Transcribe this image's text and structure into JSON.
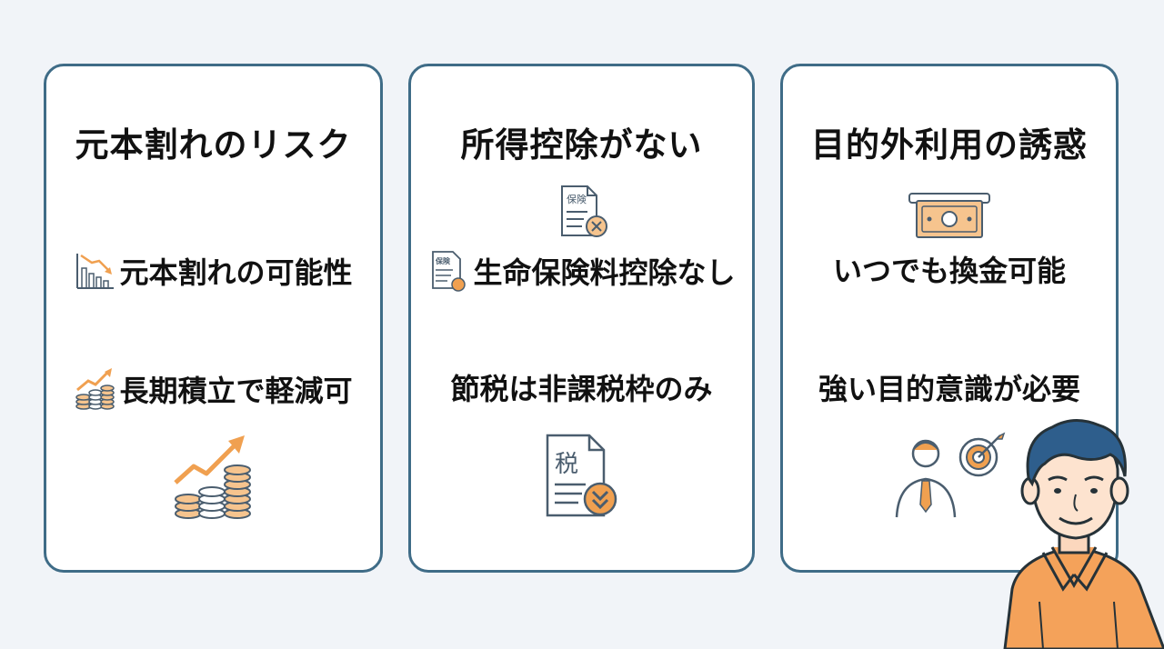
{
  "cards": [
    {
      "title": "元本割れのリスク",
      "row1": "元本割れの可能性",
      "row2": "長期積立で軽減可",
      "icons": [
        "declining-chart-icon",
        "rising-coins-icon",
        "growth-coins-icon"
      ]
    },
    {
      "title": "所得控除がない",
      "row1": "生命保険料控除なし",
      "row2": "節税は非課税枠のみ",
      "icons": [
        "insurance-document-cross-icon",
        "insurance-document-icon",
        "tax-document-icon"
      ],
      "doc_label": "保険",
      "doc_label_small": "保険",
      "tax_label": "税"
    },
    {
      "title": "目的外利用の誘惑",
      "row1": "いつでも換金可能",
      "row2": "強い目的意識が必要",
      "icons": [
        "cash-withdrawal-icon",
        "businessman-target-icon"
      ]
    }
  ],
  "colors": {
    "card_border": "#3f6c87",
    "icon_line": "#4a5d6e",
    "accent_orange": "#f0a050",
    "background": "#f1f4f8"
  }
}
